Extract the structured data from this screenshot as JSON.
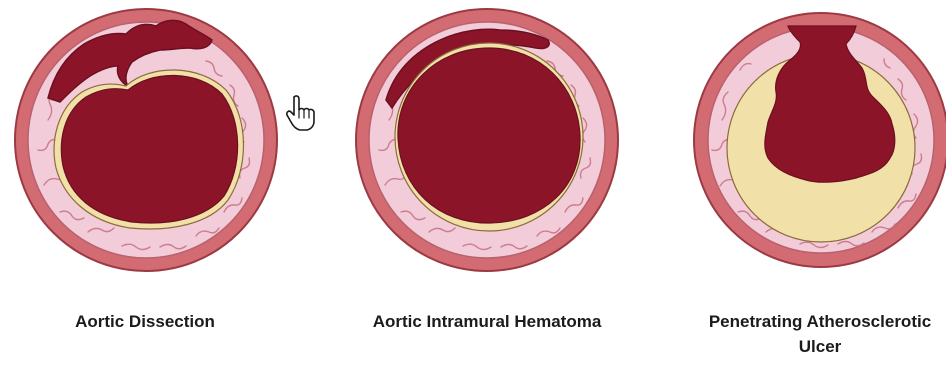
{
  "diagrams": [
    {
      "label": "Aortic Dissection"
    },
    {
      "label": "Aortic Intramural Hematoma"
    },
    {
      "label": "Penetrating Atherosclerotic Ulcer"
    }
  ],
  "colors": {
    "outer_wall": "#d26b72",
    "media": "#f3ccd9",
    "fibers": "#cc7d8f",
    "intima": "#f1e0a8",
    "blood": "#8b1428",
    "outline": "#6b1020"
  },
  "cursor_icon": "hand-pointer-icon"
}
